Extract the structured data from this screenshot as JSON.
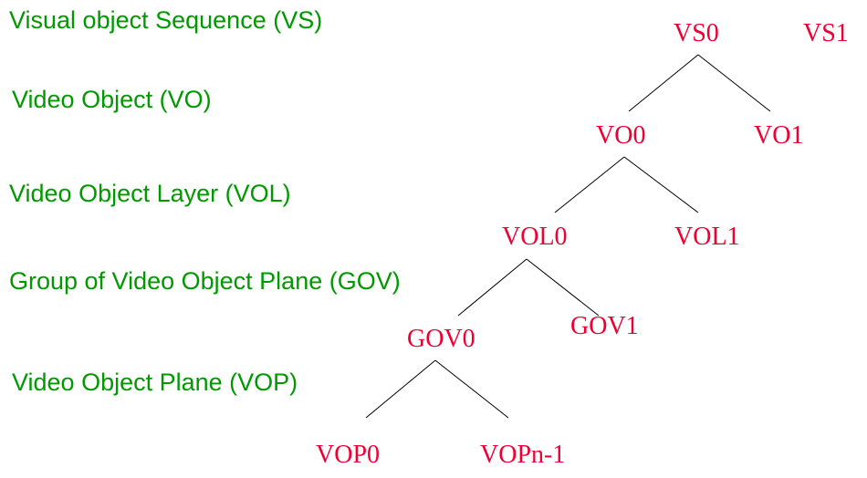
{
  "diagram": {
    "title": "MPEG-4 visual bitstream hierarchy",
    "colors": {
      "label": "#009900",
      "node": "#ee0033",
      "edge": "#000000"
    },
    "levels": [
      {
        "id": "vs",
        "label": "Visual object Sequence (VS)"
      },
      {
        "id": "vo",
        "label": "Video Object (VO)"
      },
      {
        "id": "vol",
        "label": "Video Object Layer (VOL)"
      },
      {
        "id": "gov",
        "label": "Group of Video Object Plane (GOV)"
      },
      {
        "id": "vop",
        "label": "Video Object Plane (VOP)"
      }
    ],
    "nodes": [
      {
        "id": "VS0",
        "label": "VS0",
        "level": "vs"
      },
      {
        "id": "VS1",
        "label": "VS1",
        "level": "vs"
      },
      {
        "id": "VO0",
        "label": "VO0",
        "level": "vo"
      },
      {
        "id": "VO1",
        "label": "VO1",
        "level": "vo"
      },
      {
        "id": "VOL0",
        "label": "VOL0",
        "level": "vol"
      },
      {
        "id": "VOL1",
        "label": "VOL1",
        "level": "vol"
      },
      {
        "id": "GOV0",
        "label": "GOV0",
        "level": "gov"
      },
      {
        "id": "GOV1",
        "label": "GOV1",
        "level": "gov"
      },
      {
        "id": "VOP0",
        "label": "VOP0",
        "level": "vop"
      },
      {
        "id": "VOPn-1",
        "label": "VOPn-1",
        "level": "vop"
      }
    ],
    "edges": [
      {
        "from": "VS0",
        "to": "VO0"
      },
      {
        "from": "VS0",
        "to": "VO1"
      },
      {
        "from": "VO0",
        "to": "VOL0"
      },
      {
        "from": "VO0",
        "to": "VOL1"
      },
      {
        "from": "VOL0",
        "to": "GOV0"
      },
      {
        "from": "VOL0",
        "to": "GOV1"
      },
      {
        "from": "GOV0",
        "to": "VOP0"
      },
      {
        "from": "GOV0",
        "to": "VOPn-1"
      }
    ]
  }
}
